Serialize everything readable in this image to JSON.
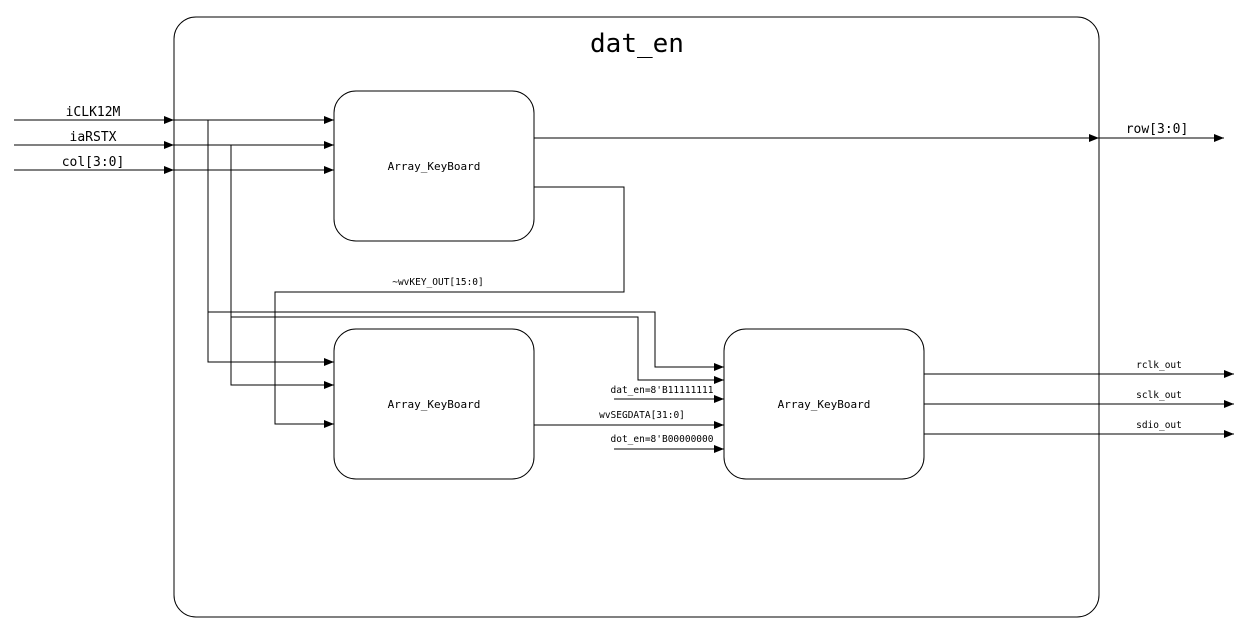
{
  "diagram": {
    "title": "dat_en",
    "inputs": {
      "clk": "iCLK12M",
      "rst": "iaRSTX",
      "col": "col[3:0]"
    },
    "outputs": {
      "row": "row[3:0]",
      "rclk": "rclk_out",
      "sclk": "sclk_out",
      "sdio": "sdio_out"
    },
    "blocks": {
      "keyboard": "Array_KeyBoard",
      "middle": "Array_KeyBoard",
      "driver": "Array_KeyBoard"
    },
    "signals": {
      "key_out": "~wvKEY_OUT[15:0]",
      "dat_en": "dat_en=8'B11111111",
      "segdata": "wvSEGDATA[31:0]",
      "dot_en": "dot_en=8'B00000000"
    }
  }
}
